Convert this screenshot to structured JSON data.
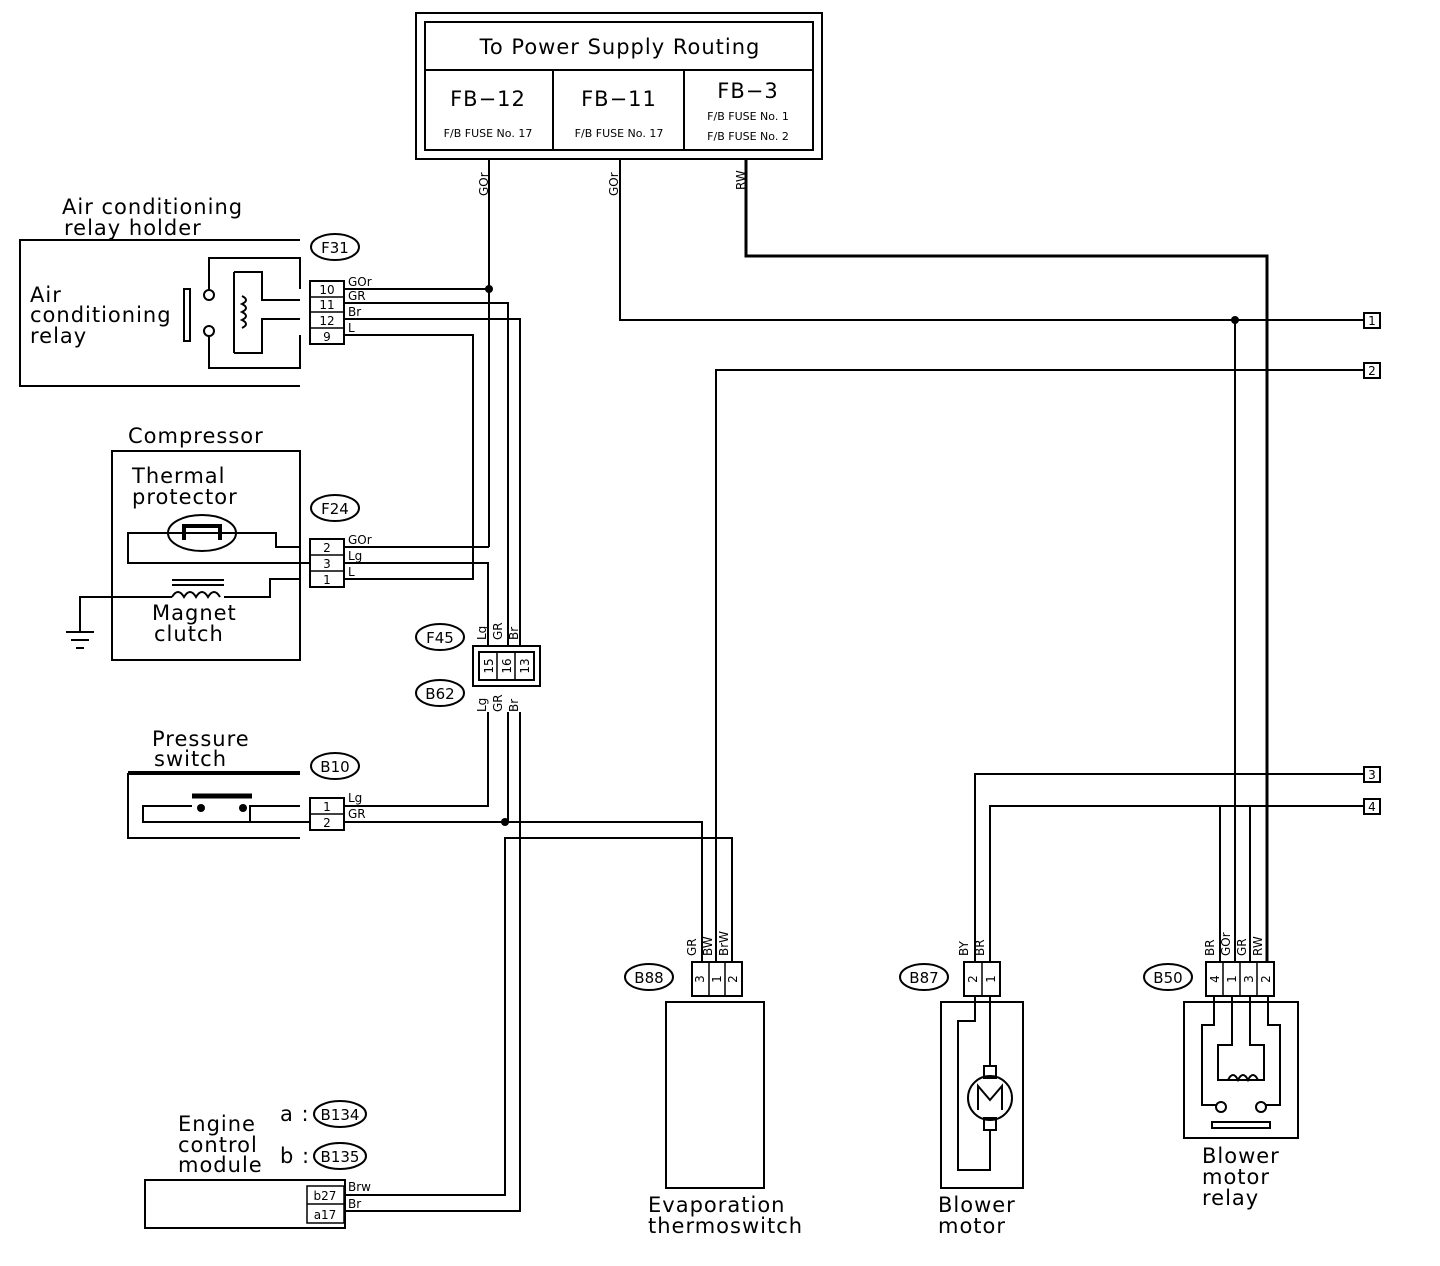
{
  "power_box": {
    "title": "To Power Supply Routing",
    "fuses": [
      {
        "code": "FB−12",
        "name": "F/B FUSE No. 17"
      },
      {
        "code": "FB−11",
        "name": "F/B FUSE No. 17"
      },
      {
        "code": "FB−3",
        "name": "F/B FUSE No. 1",
        "name2": "F/B FUSE No. 2"
      }
    ],
    "wires": [
      "GOr",
      "GOr",
      "RW"
    ]
  },
  "ac_relay": {
    "holder": "Air conditioning",
    "holder2": "relay holder",
    "relay1": "Air",
    "relay2": "conditioning",
    "relay3": "relay",
    "connector": "F31",
    "pins": [
      "10",
      "11",
      "12",
      "9"
    ],
    "wires": [
      "GOr",
      "GR",
      "Br",
      "L"
    ]
  },
  "compressor": {
    "title": "Compressor",
    "protector1": "Thermal",
    "protector2": "protector",
    "clutch1": "Magnet",
    "clutch2": "clutch",
    "connector": "F24",
    "pins": [
      "2",
      "3",
      "1"
    ],
    "wires": [
      "GOr",
      "Lg",
      "L"
    ]
  },
  "junction": {
    "upper": "F45",
    "lower": "B62",
    "pins": [
      "15",
      "16",
      "13"
    ],
    "wires_top": [
      "Lg",
      "GR",
      "Br"
    ],
    "wires_bottom": [
      "Lg",
      "GR",
      "Br"
    ]
  },
  "pressure": {
    "title1": "Pressure",
    "title2": "switch",
    "connector": "B10",
    "pins": [
      "1",
      "2"
    ],
    "wires": [
      "Lg",
      "GR"
    ]
  },
  "ecm": {
    "title1": "Engine",
    "title2": "control",
    "title3": "module",
    "a_label": "a :",
    "b_label": "b :",
    "a_conn": "B134",
    "b_conn": "B135",
    "pins": [
      "b27",
      "a17"
    ],
    "wires": [
      "Brw",
      "Br"
    ]
  },
  "thermoswitch": {
    "title1": "Evaporation",
    "title2": "thermoswitch",
    "connector": "B88",
    "pins": [
      "3",
      "1",
      "2"
    ],
    "wires": [
      "GR",
      "BW",
      "BrW"
    ]
  },
  "blower": {
    "title1": "Blower",
    "title2": "motor",
    "connector": "B87",
    "pins": [
      "2",
      "1"
    ],
    "wires": [
      "BY",
      "BR"
    ]
  },
  "blower_relay": {
    "title1": "Blower",
    "title2": "motor",
    "title3": "relay",
    "connector": "B50",
    "pins": [
      "4",
      "1",
      "3",
      "2"
    ],
    "wires": [
      "BR",
      "GOr",
      "GR",
      "RW"
    ]
  },
  "terminals": [
    "1",
    "2",
    "3",
    "4"
  ],
  "colors": {
    "line": "#000000",
    "background": "#ffffff"
  }
}
